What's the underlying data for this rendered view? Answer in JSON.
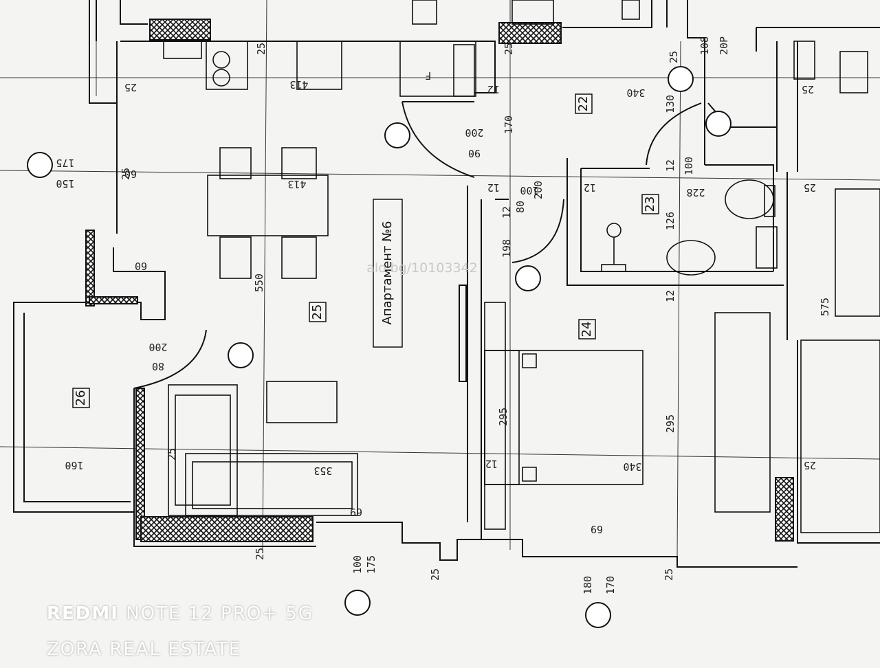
{
  "plan": {
    "apartment_title": "Апартамент №6",
    "rooms": [
      "22",
      "23",
      "24",
      "25",
      "26"
    ],
    "watermark": "alo.bg/10103342",
    "dimensions": {
      "d25a": "25",
      "d25b": "25",
      "d25c": "25",
      "d25d": "25",
      "d25e": "25",
      "d25f": "25",
      "d25g": "25",
      "d25h": "25",
      "d25i": "25",
      "d25j": "25",
      "d25k": "25",
      "d25l": "25",
      "d413a": "413",
      "d413b": "413",
      "d12a": "12",
      "d12b": "12",
      "d12c": "12",
      "d12d": "12",
      "d12e": "12",
      "d12f": "12",
      "d12g": "12",
      "d340a": "340",
      "d340b": "340",
      "d130": "130",
      "d170a": "170",
      "d170b": "170",
      "d200a": "200",
      "d200b": "200",
      "d200c": "200",
      "d100a": "100",
      "d100b": "100",
      "d90": "90",
      "d80a": "80",
      "d80b": "80",
      "d60a": "60",
      "d60b": "60",
      "d175a": "175",
      "d175b": "175",
      "d150": "150",
      "d550": "550",
      "d198": "198",
      "d126": "126",
      "d228": "228",
      "d575": "575",
      "d295a": "295",
      "d295b": "295",
      "d160": "160",
      "d353": "353",
      "d69a": "69",
      "d69b": "69",
      "d180": "180",
      "d108": "108",
      "d20P": "20P",
      "dF": "F"
    }
  },
  "overlay": {
    "camera_brand": "REDMI",
    "camera_model": "NOTE 12 PRO+ 5G",
    "agency": "ZORA REAL ESTATE"
  }
}
